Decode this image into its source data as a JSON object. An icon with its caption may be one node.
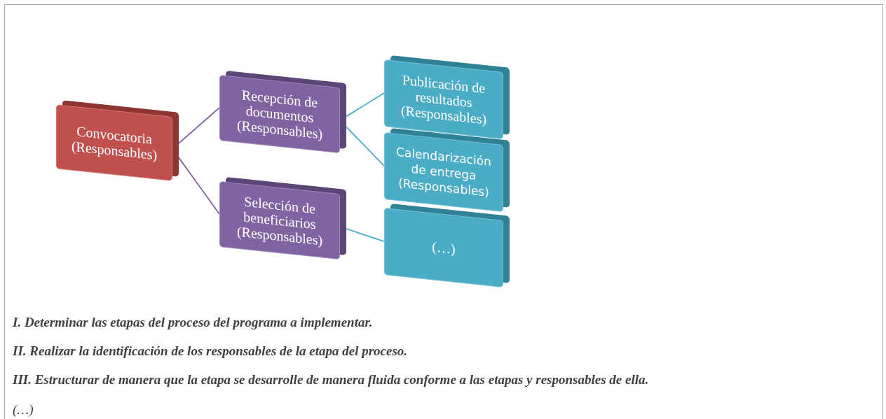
{
  "diagram": {
    "nodes": [
      {
        "text": [
          "Convocatoria (Responsables)"
        ]
      },
      {
        "text": [
          "Recepción de documentos (Responsables)"
        ]
      },
      {
        "text": [
          "Selección de beneficiarios (Responsables)"
        ]
      },
      {
        "text": [
          "Publicación de resultados (Responsables)"
        ]
      },
      {
        "text": [
          "Calendarización de entrega (Responsables)"
        ]
      },
      {
        "text": [
          "(…)"
        ]
      }
    ],
    "edges": [
      {
        "from": 0,
        "to": 1,
        "arrow": "none",
        "color": "#8064a2"
      },
      {
        "from": 0,
        "to": 2,
        "arrow": "none",
        "color": "#8064a2"
      },
      {
        "from": 1,
        "to": 3,
        "arrow": "none"
      },
      {
        "from": 1,
        "to": 4,
        "arrow": "none"
      },
      {
        "from": 2,
        "to": 5,
        "arrow": "none"
      }
    ],
    "labels": [
      "I. Determinar las etapas del proceso del programa a implementar.",
      "II. Realizar la identificación de los responsables de la etapa del proceso.",
      "III. Estructurar de manera que la etapa se desarrolle de manera fluida conforme a las etapas y responsables de ella.",
      "(…)"
    ]
  }
}
